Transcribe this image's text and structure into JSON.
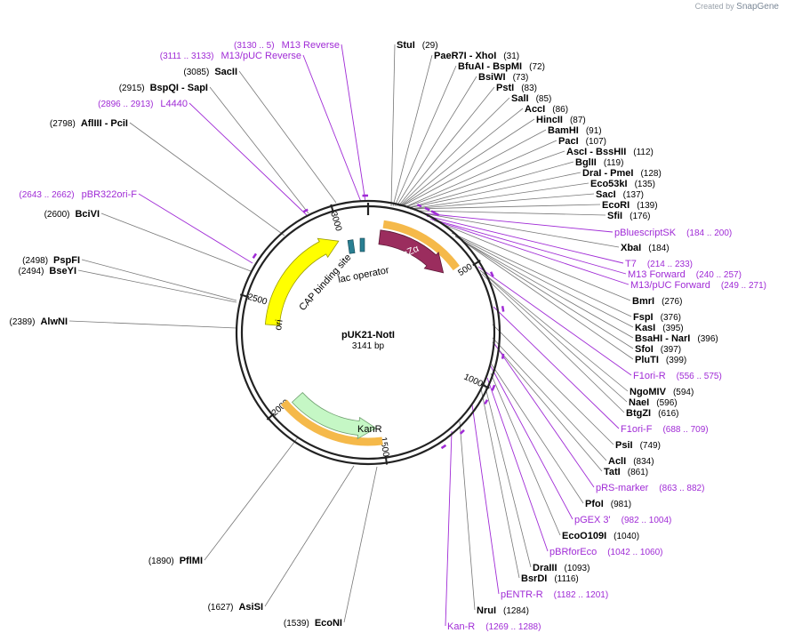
{
  "credit": {
    "prefix": "Created by",
    "brand": "SnapGene"
  },
  "plasmid": {
    "name": "pUK21-NotI",
    "length_label": "3141 bp",
    "length": 3141
  },
  "ticks": [
    {
      "bp": 500,
      "label": "500"
    },
    {
      "bp": 1000,
      "label": "1000"
    },
    {
      "bp": 1500,
      "label": "1500"
    },
    {
      "bp": 2000,
      "label": "2000"
    },
    {
      "bp": 2500,
      "label": "2500"
    },
    {
      "bp": 3000,
      "label": "3000"
    }
  ],
  "features": [
    {
      "name": "lacZα",
      "type": "cds",
      "color": "#9b2d5e"
    },
    {
      "name": "KanR",
      "type": "cds",
      "color": "#c5f7c5"
    },
    {
      "name": "ori",
      "type": "origin",
      "color": "#ffff00"
    },
    {
      "name": "CAP binding site",
      "type": "protein_bind",
      "color": "#2a7f92"
    },
    {
      "name": "lac operator",
      "type": "protein_bind",
      "color": "#2a7f92"
    }
  ],
  "labels": [
    {
      "kind": "site",
      "name": "StuI",
      "pos": "(29)"
    },
    {
      "kind": "site",
      "name": "PaeR7I  - XhoI",
      "pos": "(31)"
    },
    {
      "kind": "site",
      "name": "BfuAI  - BspMI",
      "pos": "(72)"
    },
    {
      "kind": "site",
      "name": "BsiWI",
      "pos": "(73)"
    },
    {
      "kind": "site",
      "name": "PstI",
      "pos": "(83)"
    },
    {
      "kind": "site",
      "name": "SalI",
      "pos": "(85)"
    },
    {
      "kind": "site",
      "name": "AccI",
      "pos": "(86)"
    },
    {
      "kind": "site",
      "name": "HincII",
      "pos": "(87)"
    },
    {
      "kind": "site",
      "name": "BamHI",
      "pos": "(91)"
    },
    {
      "kind": "site",
      "name": "PacI",
      "pos": "(107)"
    },
    {
      "kind": "site",
      "name": "AscI  - BssHII",
      "pos": "(112)"
    },
    {
      "kind": "site",
      "name": "BglII",
      "pos": "(119)"
    },
    {
      "kind": "site",
      "name": "DraI  - PmeI",
      "pos": "(128)"
    },
    {
      "kind": "site",
      "name": "Eco53kI",
      "pos": "(135)"
    },
    {
      "kind": "site",
      "name": "SacI",
      "pos": "(137)"
    },
    {
      "kind": "site",
      "name": "EcoRI",
      "pos": "(139)"
    },
    {
      "kind": "site",
      "name": "SfiI",
      "pos": "(176)"
    },
    {
      "kind": "primer",
      "name": "pBluescriptSK",
      "pos": "(184 .. 200)"
    },
    {
      "kind": "site",
      "name": "XbaI",
      "pos": "(184)"
    },
    {
      "kind": "primer",
      "name": "T7",
      "pos": "(214 .. 233)"
    },
    {
      "kind": "primer",
      "name": "M13 Forward",
      "pos": "(240 .. 257)"
    },
    {
      "kind": "primer",
      "name": "M13/pUC Forward",
      "pos": "(249 .. 271)"
    },
    {
      "kind": "site",
      "name": "BmrI",
      "pos": "(276)"
    },
    {
      "kind": "site",
      "name": "FspI",
      "pos": "(376)"
    },
    {
      "kind": "site",
      "name": "KasI",
      "pos": "(395)"
    },
    {
      "kind": "site",
      "name": "BsaHI  - NarI",
      "pos": "(396)"
    },
    {
      "kind": "site",
      "name": "SfoI",
      "pos": "(397)"
    },
    {
      "kind": "site",
      "name": "PluTI",
      "pos": "(399)"
    },
    {
      "kind": "primer",
      "name": "F1ori-R",
      "pos": "(556 .. 575)"
    },
    {
      "kind": "site",
      "name": "NgoMIV",
      "pos": "(594)"
    },
    {
      "kind": "site",
      "name": "NaeI",
      "pos": "(596)"
    },
    {
      "kind": "site",
      "name": "BtgZI",
      "pos": "(616)"
    },
    {
      "kind": "primer",
      "name": "F1ori-F",
      "pos": "(688 .. 709)"
    },
    {
      "kind": "site",
      "name": "PsiI",
      "pos": "(749)"
    },
    {
      "kind": "site",
      "name": "AclI",
      "pos": "(834)"
    },
    {
      "kind": "site",
      "name": "TatI",
      "pos": "(861)"
    },
    {
      "kind": "primer",
      "name": "pRS-marker",
      "pos": "(863 .. 882)"
    },
    {
      "kind": "site",
      "name": "PfoI",
      "pos": "(981)"
    },
    {
      "kind": "primer",
      "name": "pGEX 3'",
      "pos": "(982 .. 1004)"
    },
    {
      "kind": "site",
      "name": "EcoO109I",
      "pos": "(1040)"
    },
    {
      "kind": "primer",
      "name": "pBRforEco",
      "pos": "(1042 .. 1060)"
    },
    {
      "kind": "site",
      "name": "DraIII",
      "pos": "(1093)"
    },
    {
      "kind": "site",
      "name": "BsrDI",
      "pos": "(1116)"
    },
    {
      "kind": "primer",
      "name": "pENTR-R",
      "pos": "(1182 .. 1201)"
    },
    {
      "kind": "site",
      "name": "NruI",
      "pos": "(1284)"
    },
    {
      "kind": "primer",
      "name": "Kan-R",
      "pos": "(1269 .. 1288)"
    },
    {
      "kind": "site",
      "name": "EcoNI",
      "pos": "(1539)"
    },
    {
      "kind": "site",
      "name": "AsiSI",
      "pos": "(1627)"
    },
    {
      "kind": "site",
      "name": "PflMI",
      "pos": "(1890)"
    },
    {
      "kind": "site",
      "name": "AlwNI",
      "pos": "(2389)"
    },
    {
      "kind": "site",
      "name": "BseYI",
      "pos": "(2494)"
    },
    {
      "kind": "site",
      "name": "PspFI",
      "pos": "(2498)"
    },
    {
      "kind": "site",
      "name": "BciVI",
      "pos": "(2600)"
    },
    {
      "kind": "primer",
      "name": "pBR322ori-F",
      "pos": "(2643 .. 2662)"
    },
    {
      "kind": "site",
      "name": "AflIII  - PciI",
      "pos": "(2798)"
    },
    {
      "kind": "primer",
      "name": "L4440",
      "pos": "(2896 .. 2913)"
    },
    {
      "kind": "site",
      "name": "BspQI  - SapI",
      "pos": "(2915)"
    },
    {
      "kind": "site",
      "name": "SacII",
      "pos": "(3085)"
    },
    {
      "kind": "primer",
      "name": "M13/pUC Reverse",
      "pos": "(3111 .. 3133)"
    },
    {
      "kind": "primer",
      "name": "M13 Reverse",
      "pos": "(3130 .. 5)"
    }
  ]
}
